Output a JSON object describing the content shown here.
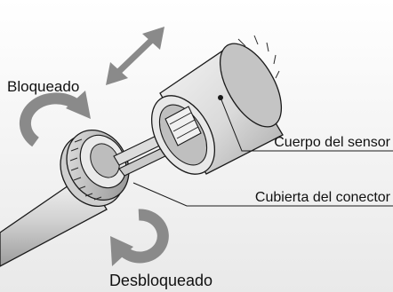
{
  "labels": {
    "locked": "Bloqueado",
    "sensor_body": "Cuerpo del sensor",
    "connector_cover": "Cubierta del conector",
    "unlocked": "Desbloqueado"
  },
  "icons": {
    "move_arrow": "double-headed-arrow-icon",
    "lock_rotation": "rotate-arrow-icon",
    "unlock_rotation": "rotate-arrow-icon"
  },
  "colors": {
    "background": "#ffffff",
    "floor": "#eeeeee",
    "outline": "#1a1a1a",
    "arrow": "#8a8a8a",
    "label_text": "#111111"
  }
}
